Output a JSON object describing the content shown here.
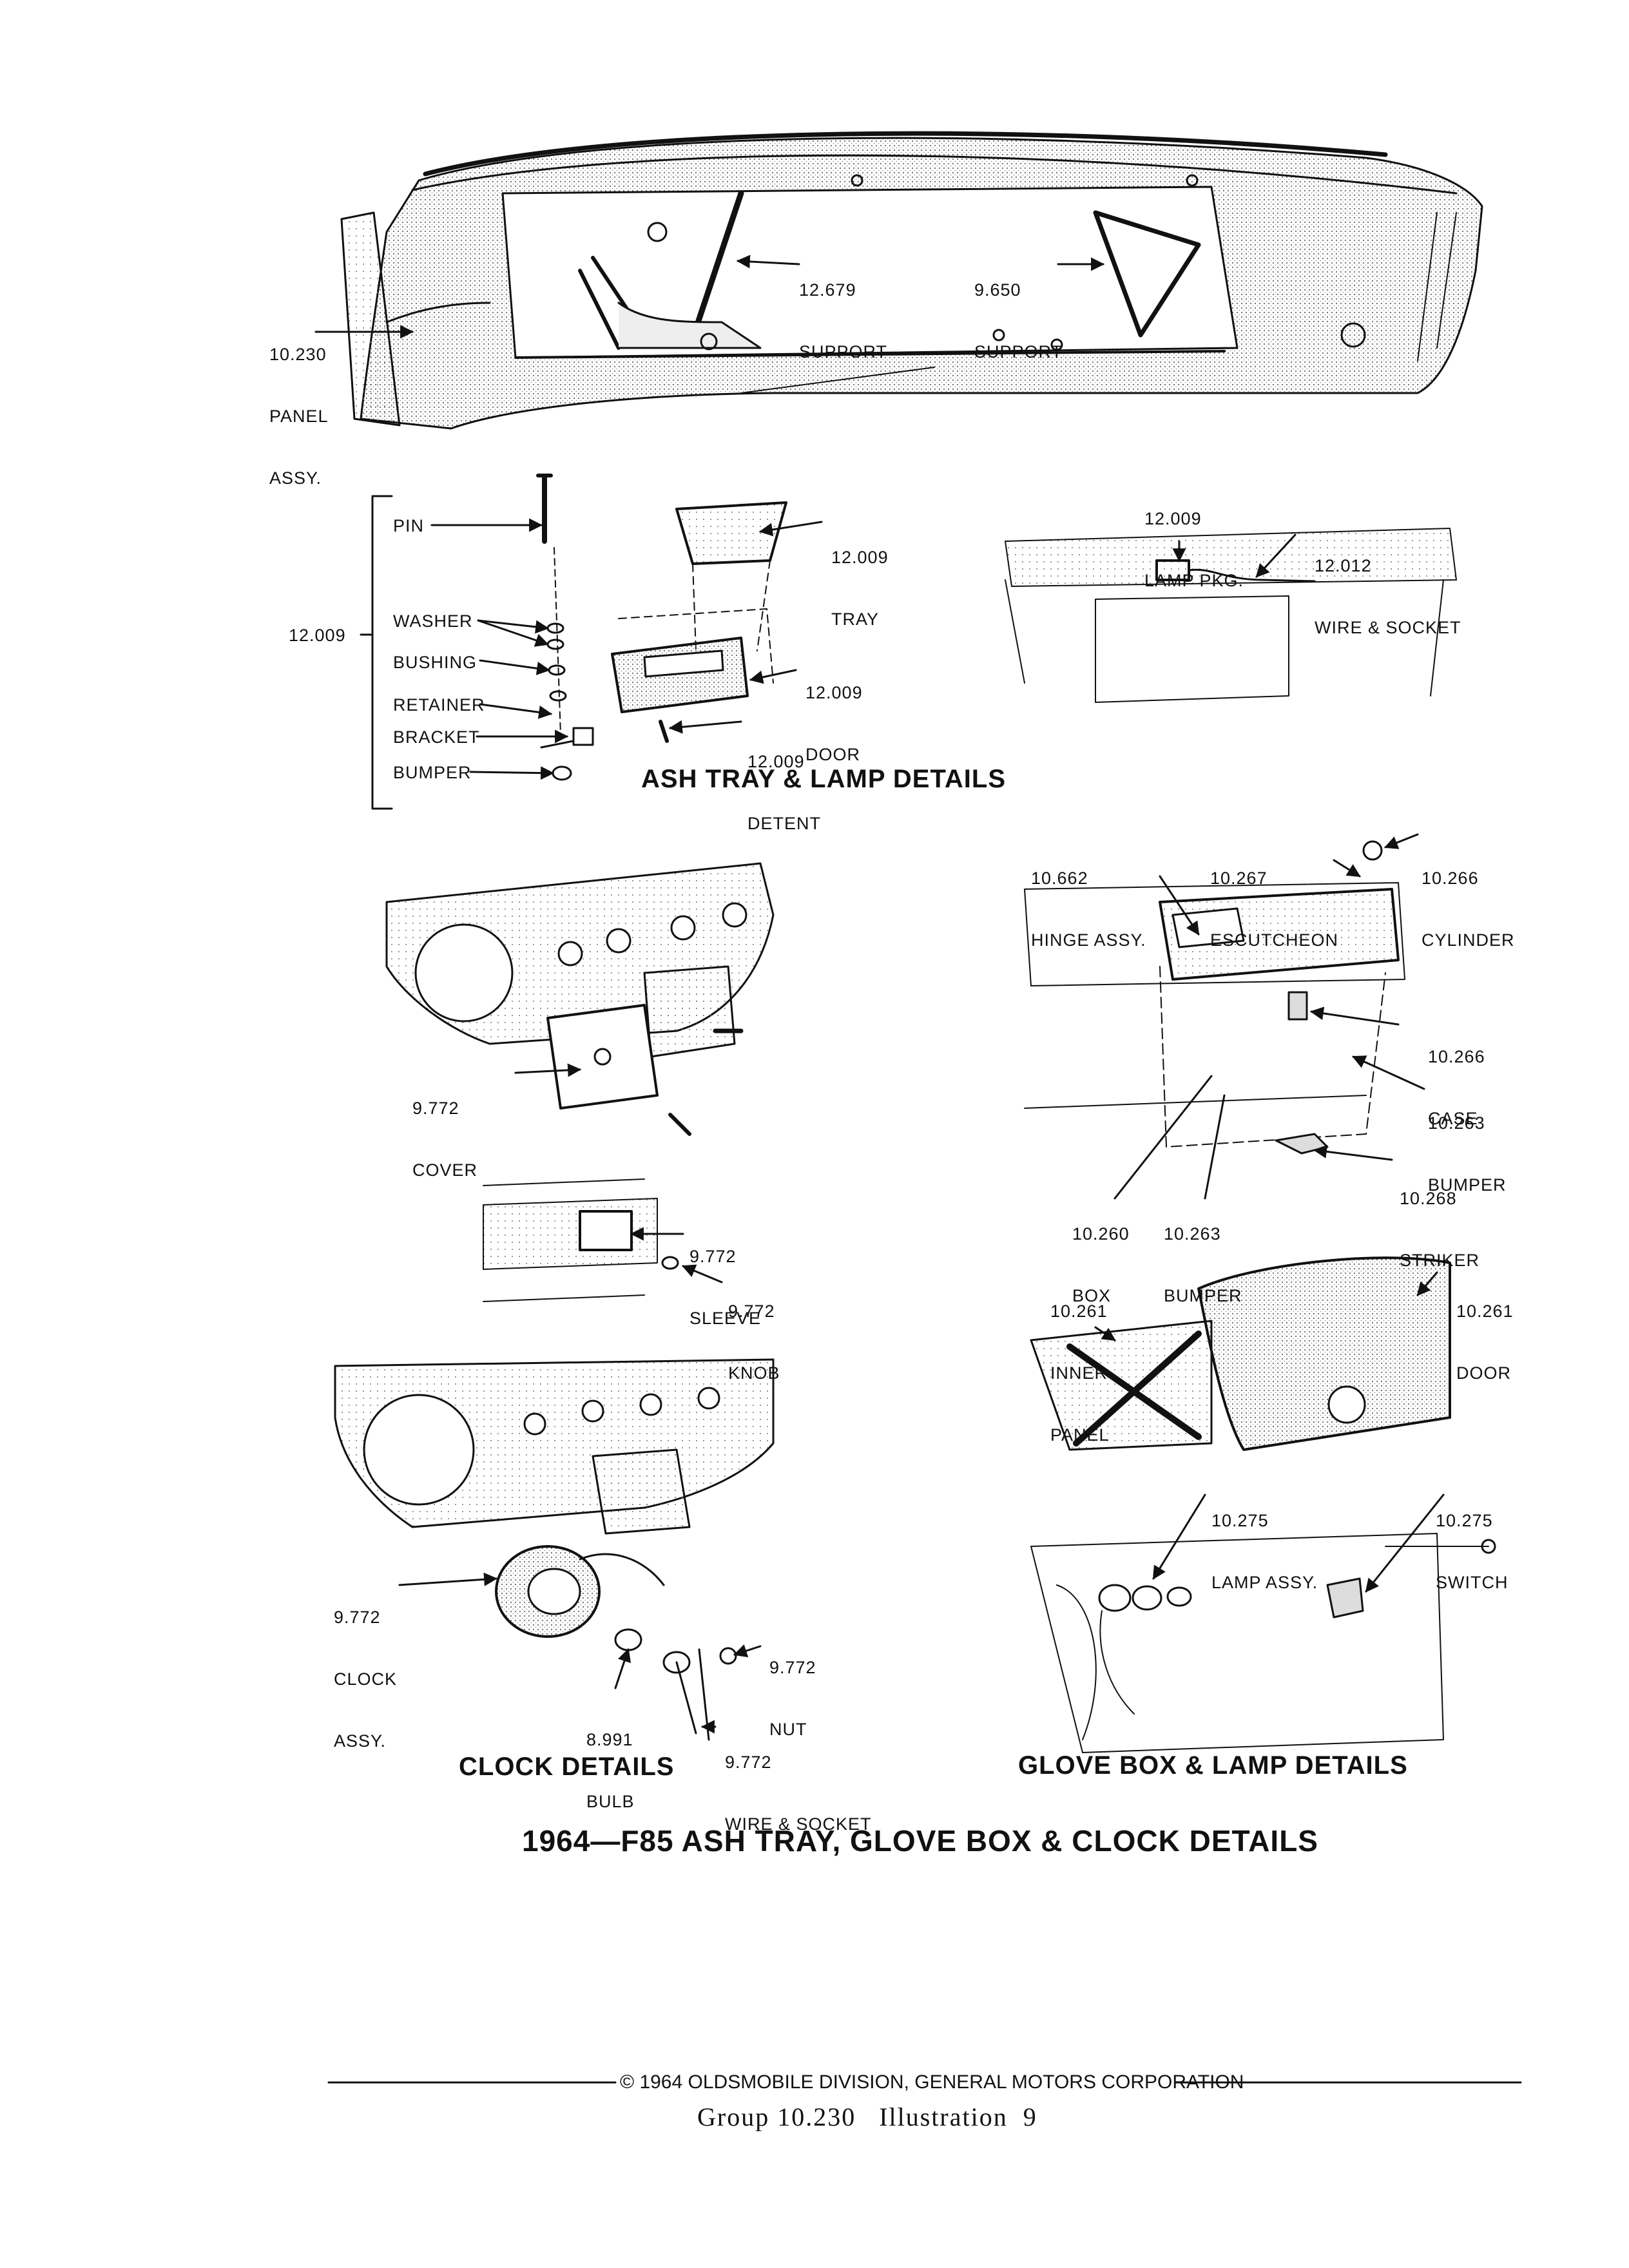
{
  "page_title": "1964—F85 ASH TRAY, GLOVE BOX & CLOCK DETAILS",
  "sections": {
    "ash_tray": "ASH TRAY & LAMP DETAILS",
    "clock": "CLOCK DETAILS",
    "glove_box": "GLOVE BOX & LAMP DETAILS"
  },
  "callouts": {
    "panel_assy": [
      "10.230",
      "PANEL",
      "ASSY."
    ],
    "support_12679": [
      "12.679",
      "SUPPORT"
    ],
    "support_9650": [
      "9.650",
      "SUPPORT"
    ],
    "ash_group": "12.009",
    "pin": "PIN",
    "washer": "WASHER",
    "bushing": "BUSHING",
    "retainer": "RETAINER",
    "bracket": "BRACKET",
    "bumper": "BUMPER",
    "tray": [
      "12.009",
      "TRAY"
    ],
    "door": [
      "12.009",
      "DOOR"
    ],
    "detent": [
      "12.009",
      "DETENT"
    ],
    "lamp_pkg": [
      "12.009",
      "LAMP PKG."
    ],
    "wire_socket_12012": [
      "12.012",
      "WIRE & SOCKET"
    ],
    "hinge_assy": [
      "10.662",
      "HINGE ASSY."
    ],
    "escutcheon": [
      "10.267",
      "ESCUTCHEON"
    ],
    "cylinder": [
      "10.266",
      "CYLINDER"
    ],
    "case": [
      "10.266",
      "CASE"
    ],
    "bumper_10263_right": [
      "10.263",
      "BUMPER"
    ],
    "striker": [
      "10.268",
      "STRIKER"
    ],
    "box": [
      "10.260",
      "BOX"
    ],
    "bumper_10263_low": [
      "10.263",
      "BUMPER"
    ],
    "cover": [
      "9.772",
      "COVER"
    ],
    "sleeve": [
      "9.772",
      "SLEEVE"
    ],
    "knob": [
      "9.772",
      "KNOB"
    ],
    "inner_panel": [
      "10.261",
      "INNER",
      "PANEL"
    ],
    "glove_door": [
      "10.261",
      "DOOR"
    ],
    "lamp_assy": [
      "10.275",
      "LAMP ASSY."
    ],
    "switch": [
      "10.275",
      "SWITCH"
    ],
    "clock_assy": [
      "9.772",
      "CLOCK",
      "ASSY."
    ],
    "nut": [
      "9.772",
      "NUT"
    ],
    "bulb": [
      "8.991",
      "BULB"
    ],
    "wire_socket_9772": [
      "9.772",
      "WIRE & SOCKET"
    ]
  },
  "footer": {
    "copyright": "© 1964 OLDSMOBILE DIVISION, GENERAL MOTORS CORPORATION",
    "group_line": "Group 10.230   Illustration  9"
  }
}
